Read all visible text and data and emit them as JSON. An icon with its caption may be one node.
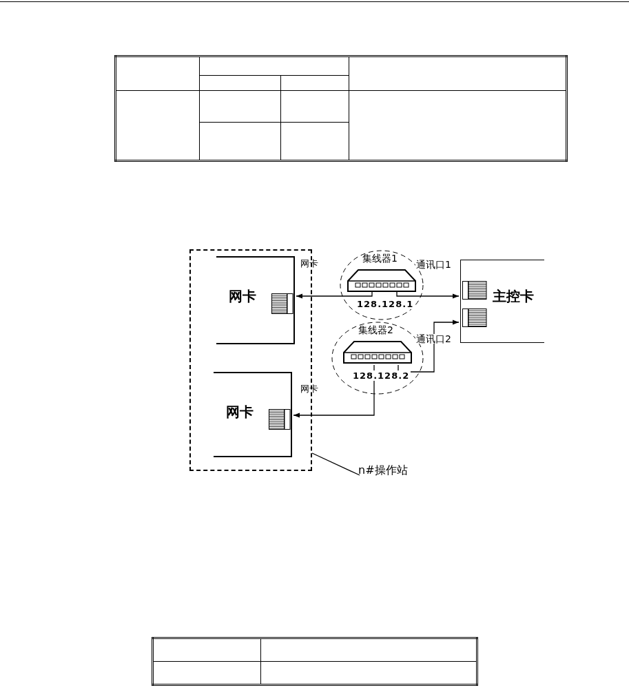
{
  "diagram": {
    "nodes": [
      {
        "text": [],
        "shape": "box"
      },
      {
        "text": [
          "网卡"
        ],
        "in": 0,
        "beside": [
          "网卡"
        ]
      },
      {
        "text": [
          "网卡"
        ],
        "in": 0,
        "beside": [
          "网卡"
        ]
      },
      {
        "text": [
          "集线器1",
          "128.128.1"
        ]
      },
      {
        "text": [
          "集线器2",
          "128.128.2"
        ]
      },
      {
        "text": [
          "主控卡"
        ]
      },
      {
        "text": [
          "n#操作站"
        ]
      }
    ],
    "edges": [
      {
        "from": 3,
        "to": 1,
        "arrow": "to"
      },
      {
        "from": 3,
        "to": 5,
        "arrow": "to",
        "label": "通讯口1"
      },
      {
        "from": 4,
        "to": 2,
        "arrow": "to"
      },
      {
        "from": 4,
        "to": 5,
        "arrow": "to",
        "label": "通讯口2"
      },
      {
        "from": 6,
        "to": 0,
        "arrow": "none"
      }
    ]
  }
}
